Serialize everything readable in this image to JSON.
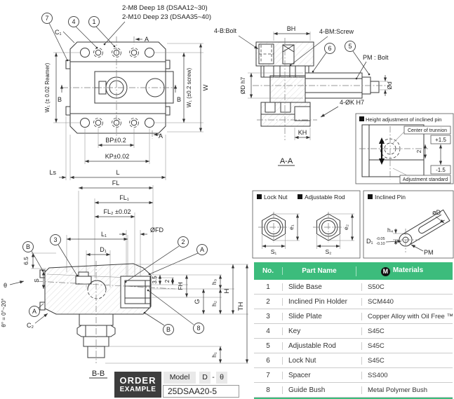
{
  "colors": {
    "header_green": "#3cbc7c",
    "line": "#3a3a3a",
    "order_box": "#3d3d3d",
    "chip_gray": "#e9e9e9"
  },
  "balloons": {
    "1": "1",
    "2": "2",
    "3": "3",
    "4": "4",
    "5": "5",
    "6": "6",
    "7": "7",
    "8": "8",
    "A": "A",
    "B": "B"
  },
  "top_view": {
    "note_m8": "2-M8 Deep 18 (DSAA12~30)",
    "note_m10": "2-M10 Deep 23 (DSAA35~40)",
    "c1": "C₁",
    "section_a": "A",
    "section_b": "B",
    "w1_left": "W₁ (± 0.02 Reamer)",
    "w1_right": "W₁ (±0.2 screw)",
    "w": "W",
    "bp": "BP±0.2",
    "kp": "KP±0.02",
    "ls": "Ls",
    "l": "L"
  },
  "aa_view": {
    "bolt": "4-B:Bolt",
    "bh": "BH",
    "screw": "4-BM:Screw",
    "pm": "PM : Bolt",
    "od": "ØD h7",
    "od_small": "Ød",
    "k": "4-ØK H7",
    "kh": "KH",
    "label": "A-A"
  },
  "adjust_box": {
    "title": "Height adjustment of inclined pin",
    "center": "Center of trunnion",
    "plus": "+1.5",
    "minus": "-1.5",
    "two": "2",
    "standard": "Adjustment standard"
  },
  "nut_box": {
    "lock_title": "Lock Nut",
    "rod_title": "Adjustable Rod",
    "e1": "e₁",
    "s1": "S₁",
    "e2": "e₂",
    "s2": "S₂"
  },
  "pin_box": {
    "title": "Inclined Pin",
    "od": "øD",
    "h4": "h₄",
    "d1": "D₁",
    "tol_top": "-0.05",
    "tol_bot": "-0.10",
    "pm": "PM"
  },
  "bb_view": {
    "fl": "FL",
    "fl1": "FL₁",
    "fl2": "FL₂ ±0.02",
    "l1": "L₁",
    "d1": "D₁",
    "ofd": "ØFD",
    "c2": "C₂",
    "dim65": "6.5",
    "s": "S",
    "theta": "θ",
    "theta_note": "θ° = 0°~20°",
    "dim35": "3.5",
    "dim2": "2",
    "fh": "FH",
    "h3": "h₃",
    "g": "G",
    "h2": "h₂",
    "h": "H",
    "th": "TH",
    "h1": "h₁",
    "label": "B-B"
  },
  "order": {
    "line1": "ORDER",
    "line2": "EXAMPLE",
    "model": "Model",
    "p1": "D",
    "dash": "-",
    "p2": "θ",
    "value": "25DSAA20-5"
  },
  "table": {
    "h_no": "No.",
    "h_name": "Part Name",
    "h_mat": "Materials",
    "m": "M",
    "rows": [
      {
        "no": "1",
        "name": "Slide Base",
        "mat": "S50C"
      },
      {
        "no": "2",
        "name": "Inclined Pin Holder",
        "mat": "SCM440"
      },
      {
        "no": "3",
        "name": "Slide Plate",
        "mat": "Copper Alloy with Oil Free ™"
      },
      {
        "no": "4",
        "name": "Key",
        "mat": "S45C"
      },
      {
        "no": "5",
        "name": "Adjustable Rod",
        "mat": "S45C"
      },
      {
        "no": "6",
        "name": "Lock Nut",
        "mat": "S45C"
      },
      {
        "no": "7",
        "name": "Spacer",
        "mat": "SS400"
      },
      {
        "no": "8",
        "name": "Guide Bush",
        "mat": "Metal Polymer Bush"
      }
    ]
  }
}
